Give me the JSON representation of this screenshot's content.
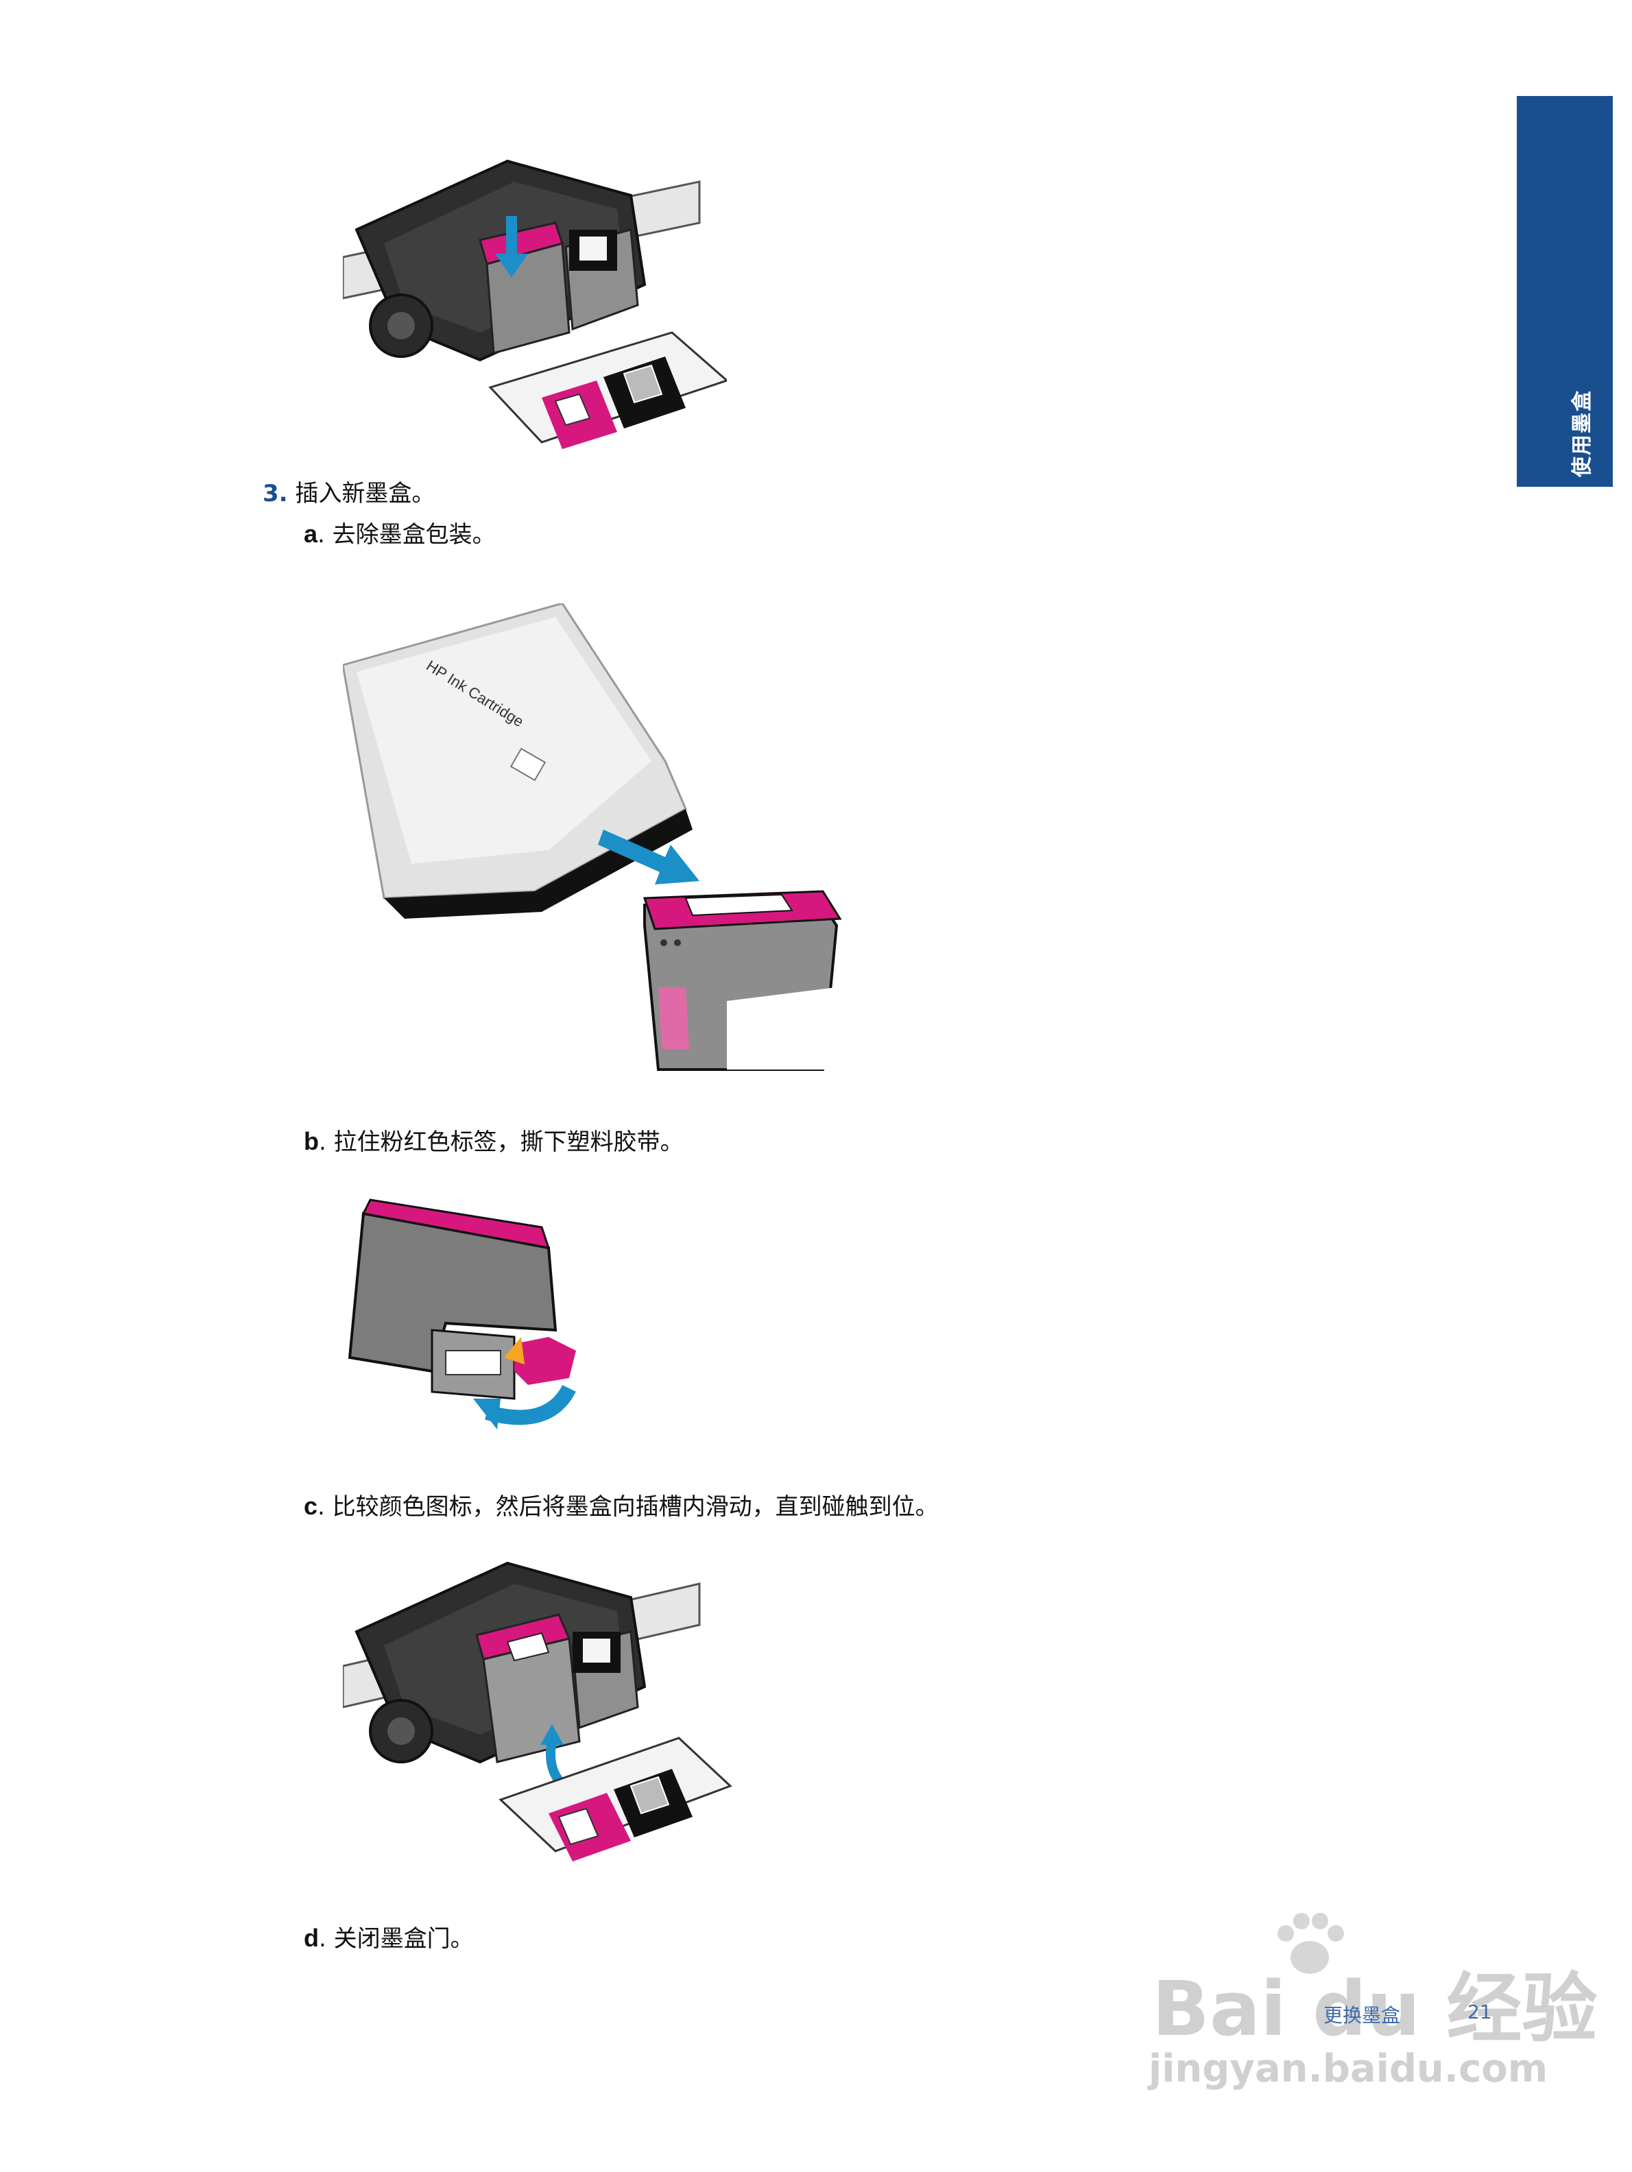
{
  "side_tab": {
    "label": "使用墨盒"
  },
  "step3": {
    "number": "3.",
    "text": "插入新墨盒。"
  },
  "substeps": [
    {
      "letter": "a",
      "text": ". 去除墨盒包装。"
    },
    {
      "letter": "b",
      "text": ". 拉住粉红色标签，撕下塑料胶带。"
    },
    {
      "letter": "c",
      "text": ". 比较颜色图标，然后将墨盒向插槽内滑动，直到碰触到位。"
    },
    {
      "letter": "d",
      "text": ". 关闭墨盒门。"
    }
  ],
  "illustrations": {
    "package_text": "HP Ink Cartridge"
  },
  "footer": {
    "section": "更换墨盒",
    "page": "21"
  },
  "watermark": {
    "brand": "Bai du 经验",
    "url": "jingyan.baidu.com"
  },
  "colors": {
    "accent_blue": "#1a4f8f",
    "magenta": "#d6187e",
    "arrow_blue": "#1b8fc8"
  }
}
